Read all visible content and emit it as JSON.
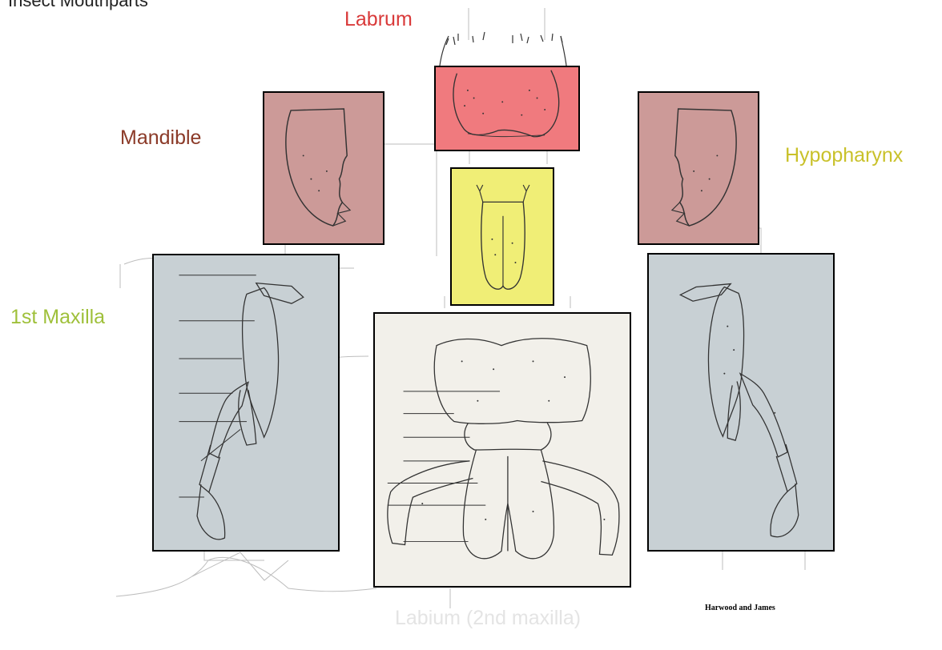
{
  "title": "Insect Mouthparts",
  "labels": {
    "labrum": "Labrum",
    "mandible": "Mandible",
    "hypopharynx": "Hypopharynx",
    "maxilla1": "1st Maxilla",
    "labium": "Labium (2nd maxilla)"
  },
  "credit": "Harwood and James",
  "colors": {
    "labrum_label": "#d93a3a",
    "mandible_label": "#8b3a28",
    "hypopharynx_label": "#c9c12a",
    "maxilla_label": "#9fc03a",
    "labium_label": "#e4e4e4",
    "labrum_box": "#f07a7e",
    "mandible_box": "#cc9a98",
    "hypopharynx_box": "#f0ee76",
    "maxilla_box": "#c8d0d4",
    "labium_box": "#f2f0ea"
  }
}
